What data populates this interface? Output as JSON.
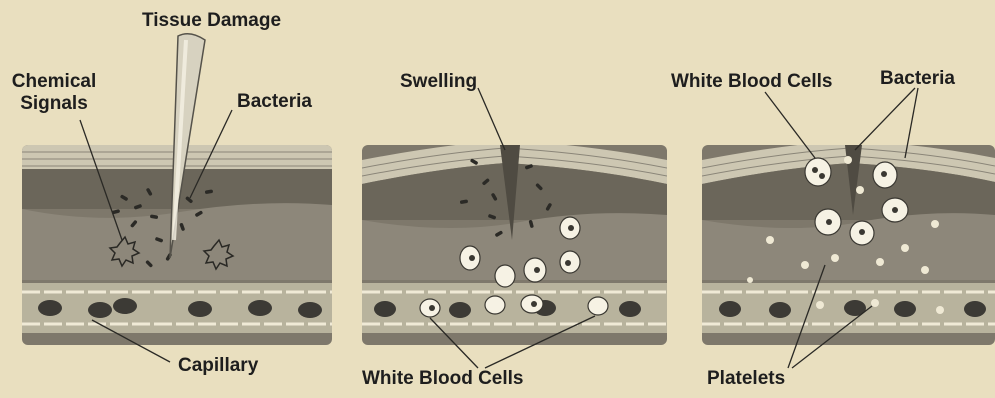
{
  "labels": {
    "tissue_damage": "Tissue Damage",
    "chemical_signals_line1": "Chemical",
    "chemical_signals_line2": "Signals",
    "bacteria_1": "Bacteria",
    "capillary": "Capillary",
    "swelling": "Swelling",
    "white_blood_cells_bottom": "White Blood Cells",
    "white_blood_cells_top": "White Blood Cells",
    "bacteria_3": "Bacteria",
    "platelets": "Platelets"
  },
  "colors": {
    "paper": "#e9dfbf",
    "skin_light": "#c9c3ae",
    "tissue_dark": "#6f6a5d",
    "tissue_mid": "#8d877a",
    "capillary": "#b7b29c",
    "cell_dark": "#3c3a35",
    "wbc_fill": "#f6f2e4",
    "text": "#1e1e1e"
  },
  "icons": {
    "needle": "thorn-icon",
    "bacteria": "rod-bacteria-icon",
    "chemical_signal": "star-burst-icon",
    "white_blood_cell": "cell-icon",
    "platelet": "star-dot-icon"
  }
}
